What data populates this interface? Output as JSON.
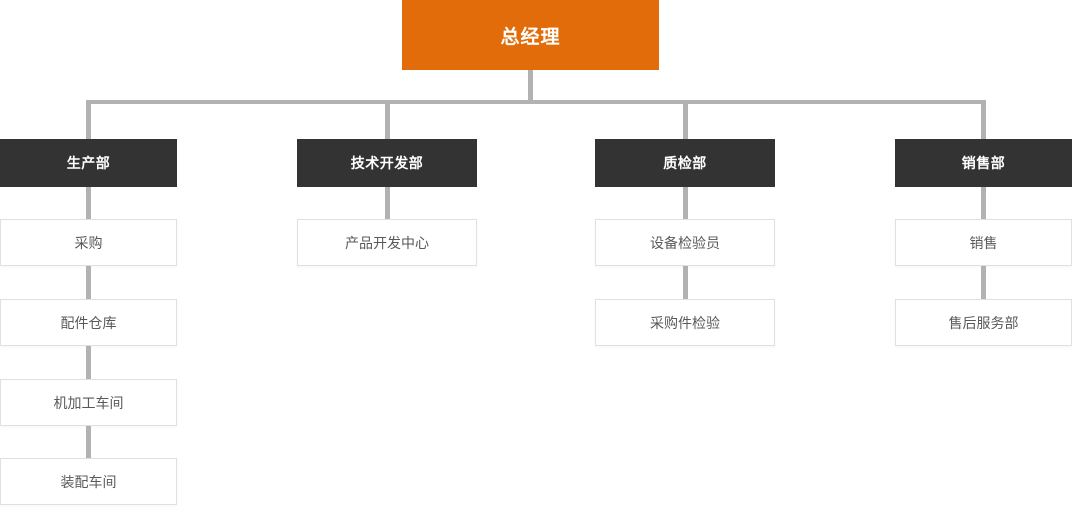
{
  "org": {
    "root": {
      "label": "总经理"
    },
    "departments": [
      {
        "label": "生产部",
        "children": [
          {
            "label": "采购"
          },
          {
            "label": "配件仓库"
          },
          {
            "label": "机加工车间"
          },
          {
            "label": "装配车间"
          }
        ]
      },
      {
        "label": "技术开发部",
        "children": [
          {
            "label": "产品开发中心"
          }
        ]
      },
      {
        "label": "质检部",
        "children": [
          {
            "label": "设备检验员"
          },
          {
            "label": "采购件检验"
          }
        ]
      },
      {
        "label": "销售部",
        "children": [
          {
            "label": "销售"
          },
          {
            "label": "售后服务部"
          }
        ]
      }
    ],
    "colors": {
      "canvas_bg": "#FFFFFF",
      "root_bg": "#E36C0A",
      "root_text": "#FFFFFF",
      "dept_bg": "#333333",
      "dept_text": "#FFFFFF",
      "child_bg": "#FFFFFF",
      "child_border": "#E0E0E0",
      "child_text": "#595959",
      "connector": "#B2B2B2"
    }
  }
}
